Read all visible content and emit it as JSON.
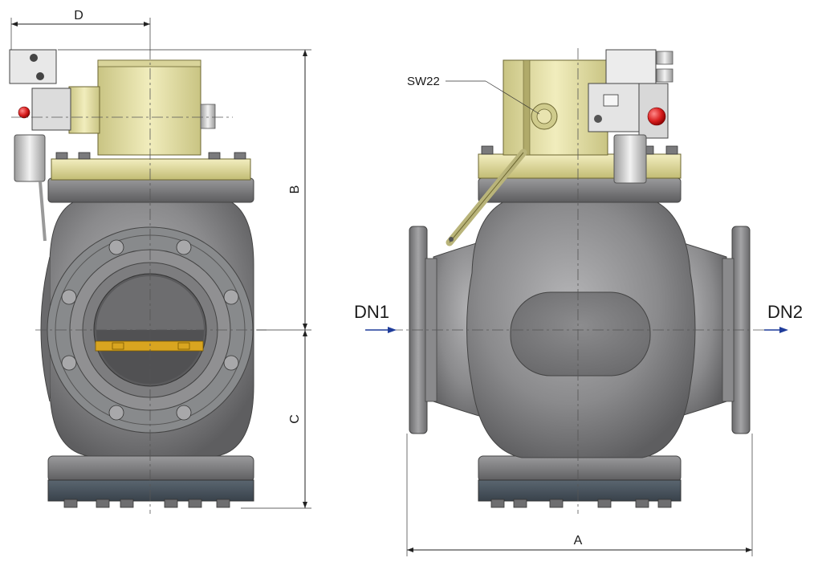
{
  "labels": {
    "dim_d": "D",
    "dim_b": "B",
    "dim_c": "C",
    "dim_a": "A",
    "sw": "SW22",
    "inlet": "DN1",
    "outlet": "DN2"
  },
  "colors": {
    "body_gray": "#8c8c8e",
    "actuator_yellow": "#e8e4a8",
    "flange_band": "#4e5863",
    "disc_gold": "#d9a520",
    "arrow_blue": "#1f3c9a"
  }
}
